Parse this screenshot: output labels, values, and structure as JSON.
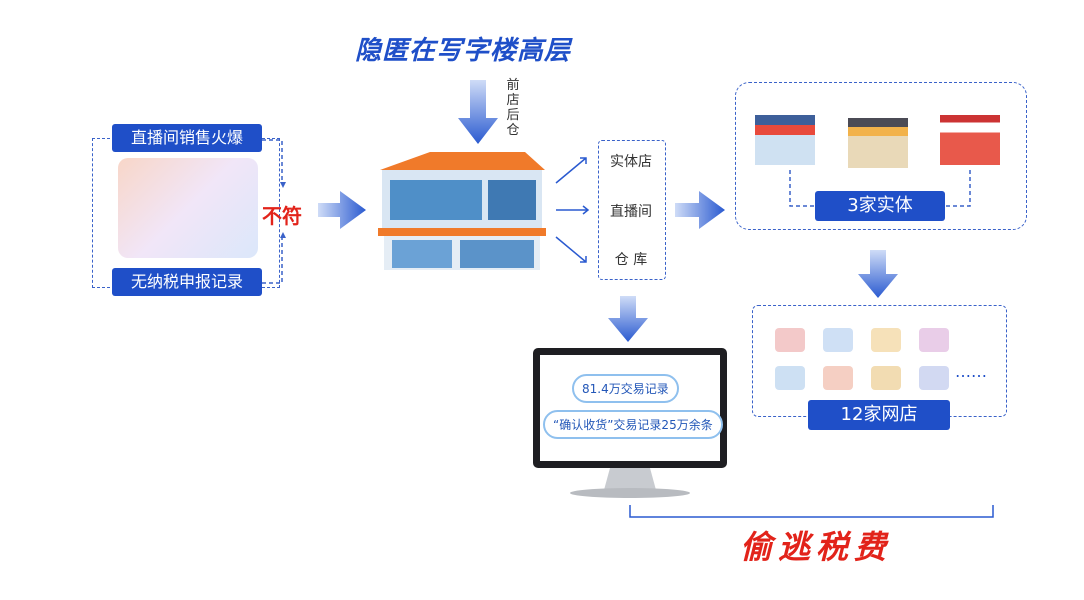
{
  "title": "隐匿在写字楼高层",
  "side_label": "前店后仓",
  "left_box": {
    "top_label": "直播间销售火爆",
    "bottom_label": "无纳税申报记录",
    "mismatch": "不符"
  },
  "channels": [
    "实体店",
    "直播间",
    "仓 库"
  ],
  "physical": {
    "label": "3家实体"
  },
  "online": {
    "label": "12家网店",
    "more": "……"
  },
  "monitor": {
    "line1": "81.4万交易记录",
    "line2": "“确认收货”交易记录25万余条"
  },
  "conclusion": "偷逃税费",
  "colors": {
    "blue": "#1f4fc8",
    "red": "#e2231a"
  }
}
